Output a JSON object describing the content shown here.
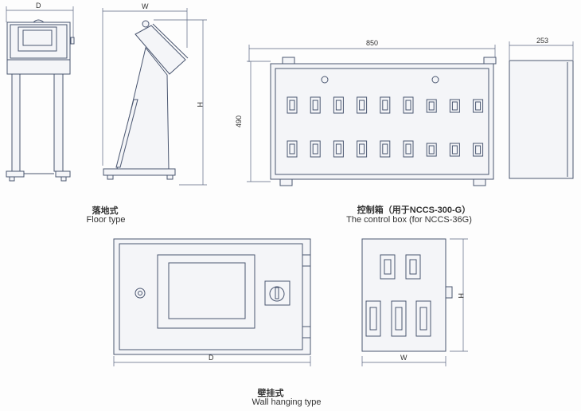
{
  "floor": {
    "dim_width": "D",
    "dim_side_width": "W",
    "dim_height": "H",
    "caption_cn": "落地式",
    "caption_en": "Floor type"
  },
  "control_box": {
    "dim_length": "850",
    "dim_height": "490",
    "dim_depth": "253",
    "caption_cn": "控制箱（用于NCCS-300-G）",
    "caption_en": "The control box (for NCCS-36G)",
    "slots_per_row": 9
  },
  "wall": {
    "dim_width": "D",
    "dim_side_width": "W",
    "dim_height": "H",
    "caption_cn": "壁挂式",
    "caption_en": "Wall hanging type"
  },
  "colors": {
    "line": "#4a5670"
  }
}
